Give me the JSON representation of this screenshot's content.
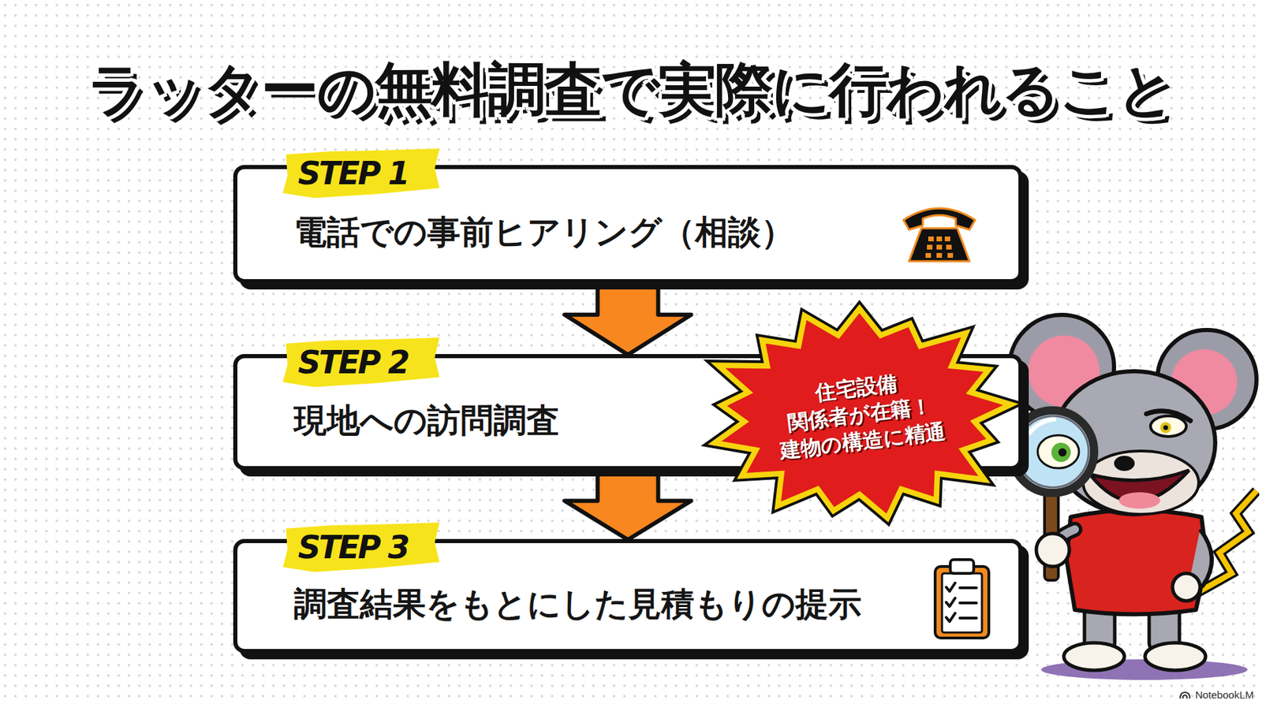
{
  "diagram": {
    "title": "ラッターの無料調査で実際に行われること",
    "nodes": [
      {
        "text": [
          "STEP 1",
          "電話での事前ヒアリング（相談）"
        ]
      },
      {
        "text": [
          "STEP 2",
          "現地への訪問調査"
        ]
      },
      {
        "text": [
          "STEP 3",
          "調査結果をもとにした見積もりの提示"
        ]
      },
      {
        "text": [
          "住宅設備 関係者が在籍！ 建物の構造に精通"
        ]
      }
    ],
    "edges": [
      {
        "from": 0,
        "to": 1,
        "arrow": "to"
      },
      {
        "from": 1,
        "to": 2,
        "arrow": "to"
      }
    ],
    "labels": [
      "NotebookLM"
    ]
  }
}
